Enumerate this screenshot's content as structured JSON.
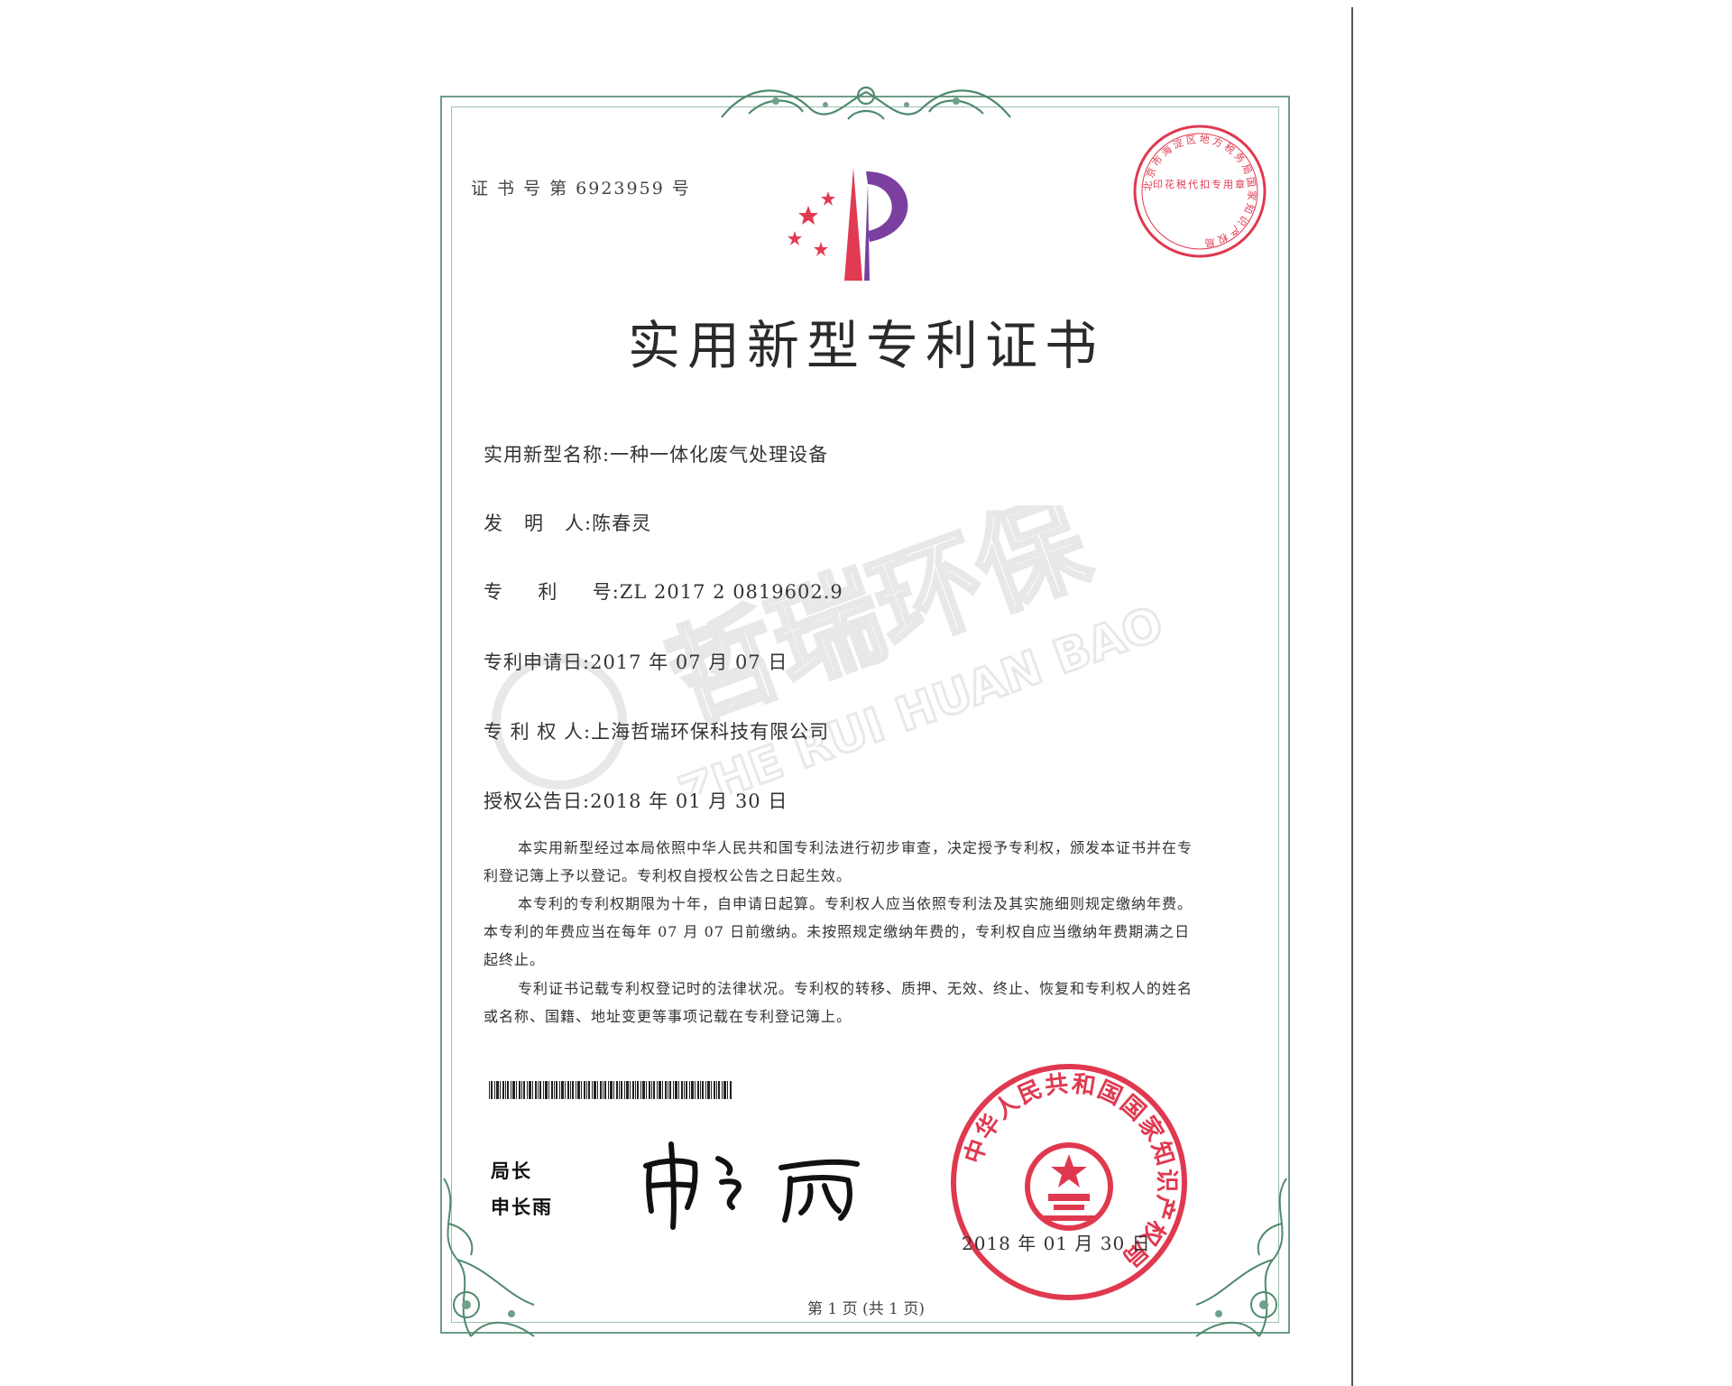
{
  "certificate_number": "证 书 号 第 6923959 号",
  "title": "实用新型专利证书",
  "fields": {
    "name": {
      "label": "实用新型名称:",
      "value": "一种一体化废气处理设备"
    },
    "inventor": {
      "label": "发   明   人:",
      "value": "陈春灵"
    },
    "patent_no": {
      "label": "专     利     号:",
      "value": "ZL 2017 2 0819602.9"
    },
    "filing_date": {
      "label": "专利申请日:",
      "value": "2017 年 07 月 07 日"
    },
    "patentee": {
      "label": "专 利 权 人:",
      "value": "上海哲瑞环保科技有限公司"
    },
    "grant_date": {
      "label": "授权公告日:",
      "value": "2018 年 01 月 30 日"
    }
  },
  "paragraphs": [
    "本实用新型经过本局依照中华人民共和国专利法进行初步审查，决定授予专利权，颁发本证书并在专利登记簿上予以登记。专利权自授权公告之日起生效。",
    "本专利的专利权期限为十年，自申请日起算。专利权人应当依照专利法及其实施细则规定缴纳年费。本专利的年费应当在每年 07 月 07 日前缴纳。未按照规定缴纳年费的，专利权自应当缴纳年费期满之日起终止。",
    "专利证书记载专利权登记时的法律状况。专利权的转移、质押、无效、终止、恢复和专利权人的姓名或名称、国籍、地址变更等事项记载在专利登记簿上。"
  ],
  "director": {
    "title": "局长",
    "name": "申长雨"
  },
  "issue_date": "2018 年 01 月 30 日",
  "page_footer": "第 1 页 (共 1 页)",
  "watermark": {
    "brand_cn": "哲瑞环保",
    "brand_en": "ZHE RUI HUAN BAO"
  },
  "seals": {
    "top_stamp_ring": "北京市海淀区地方税务局国家知识产权局",
    "top_stamp_center": "印花税代扣专用章",
    "main_seal_ring": "中华人民共和国国家知识产权局"
  },
  "colors": {
    "border": "#6f9d86",
    "seal_red": "#e0394f",
    "logo_red": "#e23a52",
    "logo_purple": "#7b3fa0"
  }
}
